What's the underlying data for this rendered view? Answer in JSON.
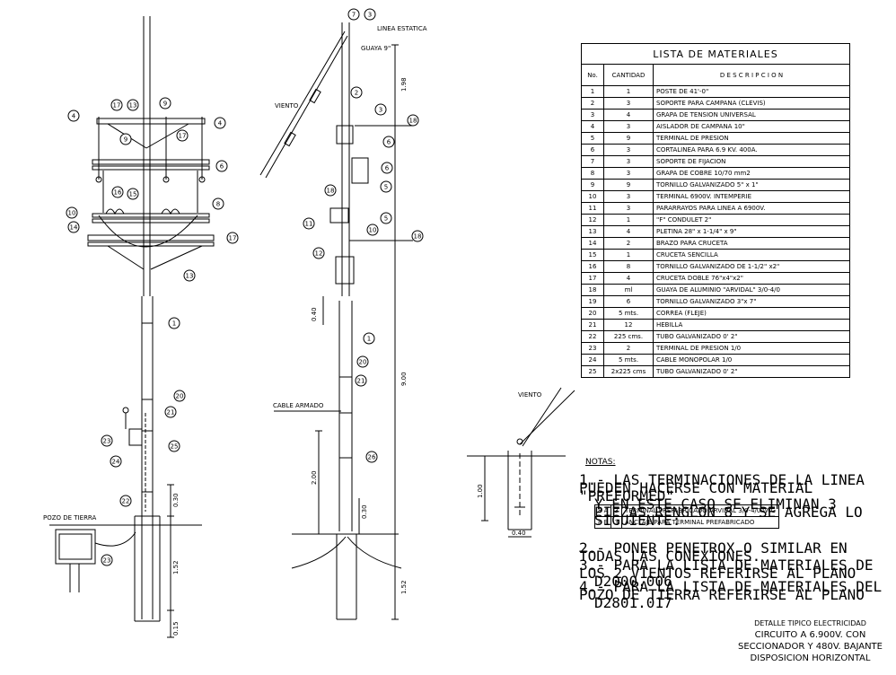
{
  "table": {
    "title": "LISTA DE MATERIALES",
    "headers": [
      "No.",
      "CANTIDAD",
      "D E S C R I P C I O N"
    ],
    "rows": [
      [
        "1",
        "1",
        "POSTE DE 41'-0\""
      ],
      [
        "2",
        "3",
        "SOPORTE PARA CAMPANA (CLEVIS)"
      ],
      [
        "3",
        "4",
        "GRAPA DE TENSION UNIVERSAL"
      ],
      [
        "4",
        "3",
        "AISLADOR DE CAMPANA 10\""
      ],
      [
        "5",
        "9",
        "TERMINAL DE PRESION"
      ],
      [
        "6",
        "3",
        "CORTALINEA PARA 6.9 KV. 400A."
      ],
      [
        "7",
        "3",
        "SOPORTE DE FIJACION"
      ],
      [
        "8",
        "3",
        "GRAPA DE COBRE 10/70 mm2"
      ],
      [
        "9",
        "9",
        "TORNILLO GALVANIZADO 5\" x 1\""
      ],
      [
        "10",
        "3",
        "TERMINAL 6900V. INTEMPERIE"
      ],
      [
        "11",
        "3",
        "PARARRAYOS PARA LINEA A 6900V."
      ],
      [
        "12",
        "1",
        "\"F\" CONDULET 2\""
      ],
      [
        "13",
        "4",
        "PLETINA 28\" x 1-1/4\" x 9\""
      ],
      [
        "14",
        "2",
        "BRAZO PARA CRUCETA"
      ],
      [
        "15",
        "1",
        "CRUCETA SENCILLA"
      ],
      [
        "16",
        "8",
        "TORNILLO GALVANIZADO DE 1-1/2\" x2\""
      ],
      [
        "17",
        "4",
        "CRUCETA DOBLE 76\"x4\"x2\""
      ],
      [
        "18",
        "ml",
        "GUAYA DE ALUMINIO \"ARVIDAL\" 3/0-4/0"
      ],
      [
        "19",
        "6",
        "TORNILLO GALVANIZADO 3\"x 7\""
      ],
      [
        "20",
        "5 mts.",
        "CORREA (FLEJE)"
      ],
      [
        "21",
        "12",
        "HEBILLA"
      ],
      [
        "22",
        "225 cms.",
        "TUBO GALVANIZADO 0' 2\""
      ],
      [
        "23",
        "2",
        "TERMINAL DE PRESION 1/0"
      ],
      [
        "24",
        "5 mts.",
        "CABLE MONOPOLAR 1/0"
      ],
      [
        "25",
        "2x225 cms",
        "TUBO GALVANIZADO 0' 2\""
      ]
    ]
  },
  "notes": {
    "title": "NOTAS:",
    "n1_a": "1.-  LAS TERMINACIONES DE LA LINEA PUEDEN HACERSE CON MATERIAL \"PREFORMED\"",
    "n1_b": "Y EN ESTE CASO SE ELIMINAN 3 PIEZAS RENGLON 8 Y SE AGREGA LO SIGUIENTE:",
    "sub": [
      [
        "8 A",
        "3",
        "TERMINAL PREFABRICADO ARVIDAL 3/0-4/0AWG"
      ],
      [
        "8 B",
        "3",
        "ANCLAJE PARA TERMINAL PREFABRICADO"
      ]
    ],
    "n2": "2.-  PONER PENETROX O SIMILAR EN TODAS LAS CONEXIONES.",
    "n3_a": "3.-  PARA LA LISTA DE MATERIALES DE LOS 2 VIENTOS REFERIRSE AL PLANO",
    "n3_b": "D2000.006",
    "n4_a": "4.-  PARA LA LISTA DE MATERIALES DEL POZO DE TIERRA REFERIRSE AL PLANO",
    "n4_b": "D2801.017"
  },
  "caption": {
    "l1": "DETALLE TIPICO ELECTRICIDAD",
    "l2": "CIRCUITO A 6.900V.  CON",
    "l3": "SECCIONADOR Y 480V. BAJANTE",
    "l4": "DISPOSICION HORIZONTAL"
  },
  "labels": {
    "linea_estatica": "LINEA ESTATICA",
    "guaya": "GUAYA 9\"",
    "viento": "VIENTO",
    "viento2": "VIENTO",
    "cable_armado": "CABLE ARMADO",
    "pozo": "POZO DE TIERRA",
    "d198": "1.98",
    "d900": "9.00",
    "d040a": "0.40",
    "d200": "2.00",
    "d030a": "0.30",
    "d030b": "0.30",
    "d152a": "1.52",
    "d152b": "1.52",
    "d015": "0.15",
    "d100": "1.00",
    "d040b": "0.40"
  },
  "callouts": {
    "left": [
      "4",
      "17",
      "13",
      "9",
      "4",
      "9",
      "17",
      "6",
      "16",
      "15",
      "10",
      "14",
      "8",
      "17",
      "13",
      "1",
      "20",
      "21",
      "25",
      "23",
      "24",
      "22",
      "23"
    ],
    "mid": [
      "7",
      "3",
      "2",
      "3",
      "18",
      "6",
      "6",
      "18",
      "5",
      "5",
      "11",
      "10",
      "18",
      "12",
      "1",
      "20",
      "21",
      "26"
    ]
  }
}
